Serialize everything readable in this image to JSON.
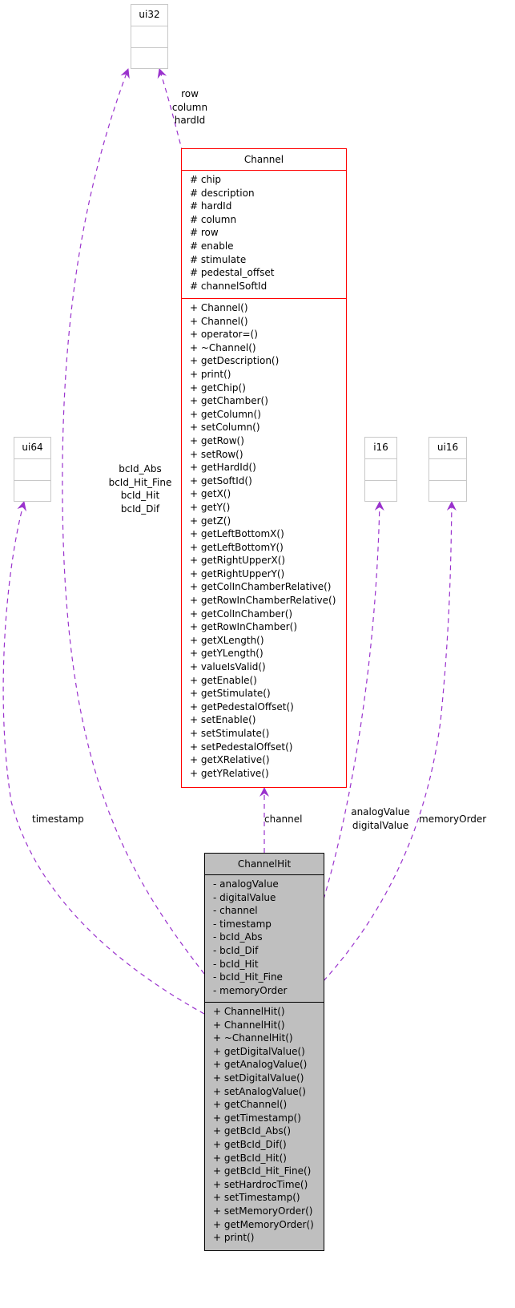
{
  "diagram": {
    "edge_color": "#9a32cd",
    "classes": {
      "ui32": {
        "name": "ui32",
        "attributes": [],
        "methods": []
      },
      "ui64": {
        "name": "ui64",
        "attributes": [],
        "methods": []
      },
      "i16": {
        "name": "i16",
        "attributes": [],
        "methods": []
      },
      "ui16": {
        "name": "ui16",
        "attributes": [],
        "methods": []
      },
      "channel": {
        "name": "Channel",
        "border_color": "#ff0000",
        "attributes": [
          "# chip",
          "# description",
          "# hardId",
          "# column",
          "# row",
          "# enable",
          "# stimulate",
          "# pedestal_offset",
          "# channelSoftId"
        ],
        "methods": [
          "+ Channel()",
          "+ Channel()",
          "+ operator=()",
          "+ ~Channel()",
          "+ getDescription()",
          "+ print()",
          "+ getChip()",
          "+ getChamber()",
          "+ getColumn()",
          "+ setColumn()",
          "+ getRow()",
          "+ setRow()",
          "+ getHardId()",
          "+ getSoftId()",
          "+ getX()",
          "+ getY()",
          "+ getZ()",
          "+ getLeftBottomX()",
          "+ getLeftBottomY()",
          "+ getRightUpperX()",
          "+ getRightUpperY()",
          "+ getColInChamberRelative()",
          "+ getRowInChamberRelative()",
          "+ getColInChamber()",
          "+ getRowInChamber()",
          "+ getXLength()",
          "+ getYLength()",
          "+ valueIsValid()",
          "+ getEnable()",
          "+ getStimulate()",
          "+ getPedestalOffset()",
          "+ setEnable()",
          "+ setStimulate()",
          "+ setPedestalOffset()",
          "+ getXRelative()",
          "+ getYRelative()"
        ]
      },
      "channelhit": {
        "name": "ChannelHit",
        "fill_color": "#bfbfbf",
        "attributes": [
          "- analogValue",
          "- digitalValue",
          "- channel",
          "- timestamp",
          "- bcId_Abs",
          "- bcId_Dif",
          "- bcId_Hit",
          "- bcId_Hit_Fine",
          "- memoryOrder"
        ],
        "methods": [
          "+ ChannelHit()",
          "+ ChannelHit()",
          "+ ~ChannelHit()",
          "+ getDigitalValue()",
          "+ getAnalogValue()",
          "+ setDigitalValue()",
          "+ setAnalogValue()",
          "+ getChannel()",
          "+ getTimestamp()",
          "+ getBcId_Abs()",
          "+ getBcId_Dif()",
          "+ getBcId_Hit()",
          "+ getBcId_Hit_Fine()",
          "+ setHardrocTime()",
          "+ setTimestamp()",
          "+ setMemoryOrder()",
          "+ getMemoryOrder()",
          "+ print()"
        ]
      }
    },
    "edges": [
      {
        "from": "Channel",
        "to": "ui32",
        "labels": [
          "row",
          "column",
          "hardId"
        ]
      },
      {
        "from": "ChannelHit",
        "to": "ui32",
        "labels": [
          "bcId_Abs",
          "bcId_Hit_Fine",
          "bcId_Hit",
          "bcId_Dif"
        ]
      },
      {
        "from": "ChannelHit",
        "to": "ui64",
        "labels": [
          "timestamp"
        ]
      },
      {
        "from": "ChannelHit",
        "to": "Channel",
        "labels": [
          "channel"
        ]
      },
      {
        "from": "ChannelHit",
        "to": "i16",
        "labels": [
          "analogValue",
          "digitalValue"
        ]
      },
      {
        "from": "ChannelHit",
        "to": "ui16",
        "labels": [
          "memoryOrder"
        ]
      }
    ]
  }
}
